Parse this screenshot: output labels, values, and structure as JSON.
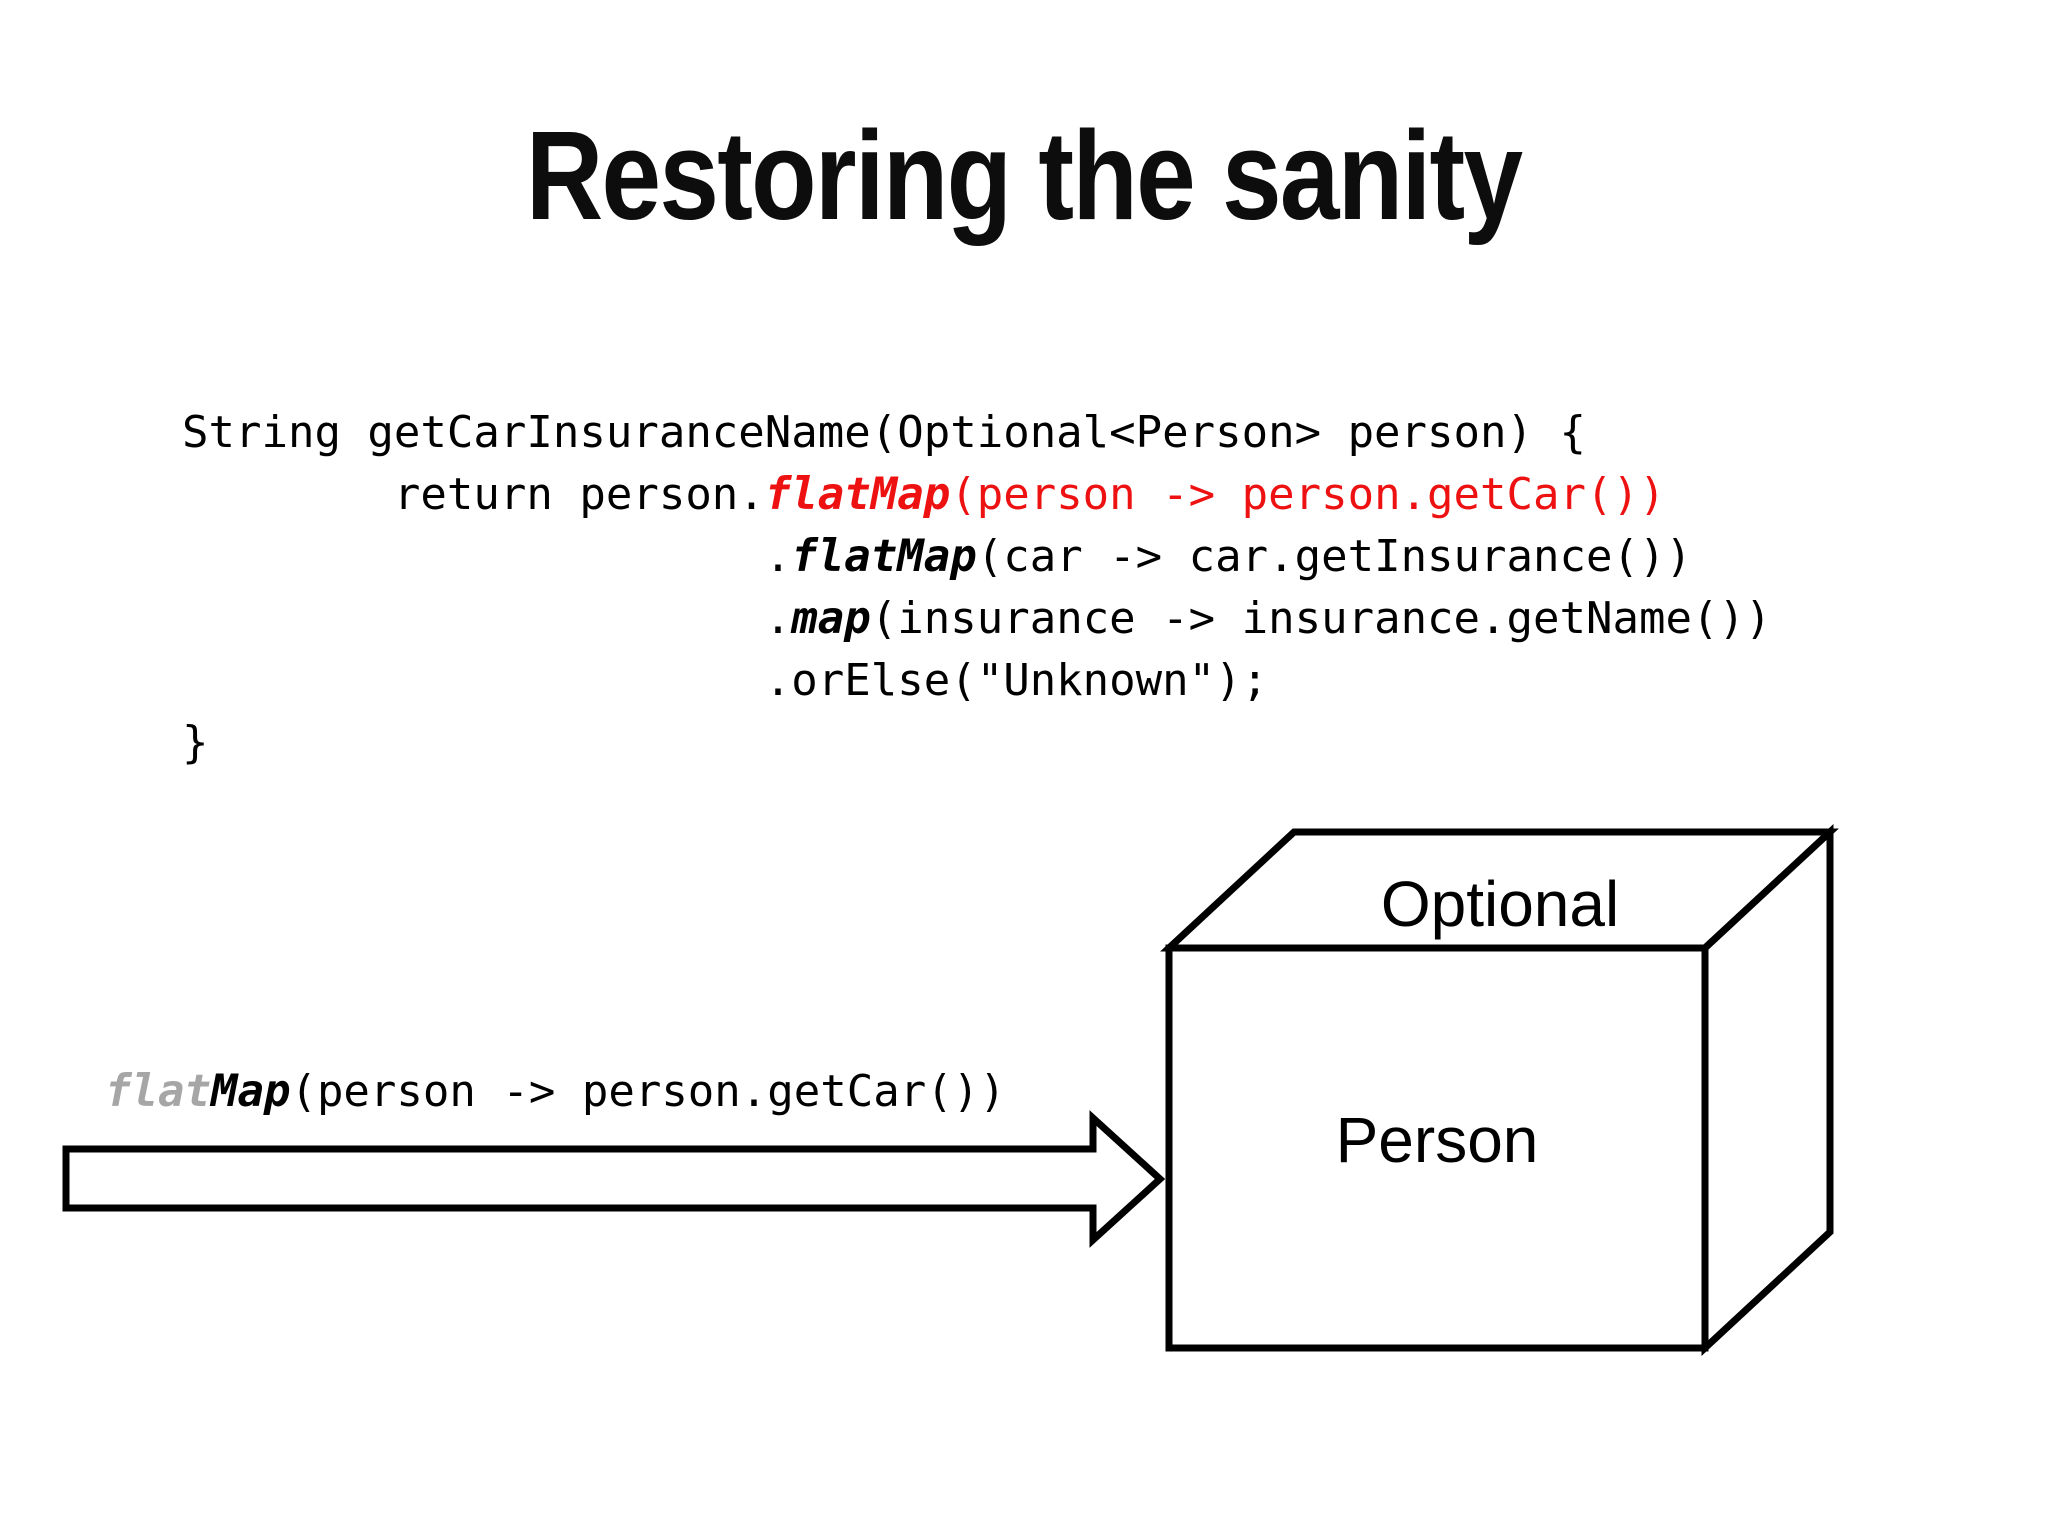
{
  "slide": {
    "title": "Restoring the sanity",
    "code": {
      "line1": "String getCarInsuranceName(Optional<Person> person) {",
      "line2_black": "        return person.",
      "line2_red_bold": "flatMap",
      "line2_red_rest": "(person -> person.getCar())",
      "line3_indent": "                      .",
      "line3_bold": "flatMap",
      "line3_rest": "(car -> car.getInsurance())",
      "line4_indent": "                      .",
      "line4_bold": "map",
      "line4_rest": "(insurance -> insurance.getName())",
      "line5": "                      .orElse(\"Unknown\");",
      "line6": "}"
    },
    "arrow_label": {
      "flat": "flat",
      "map": "Map",
      "rest": "(person -> person.getCar())"
    },
    "box": {
      "top_label": "Optional",
      "front_label": "Person"
    },
    "colors": {
      "background": "#ffffff",
      "text_black": "#000000",
      "highlight_red": "#ee1111",
      "muted_gray": "#a6a6a6",
      "shape_stroke": "#000000",
      "shape_fill": "#ffffff"
    }
  }
}
